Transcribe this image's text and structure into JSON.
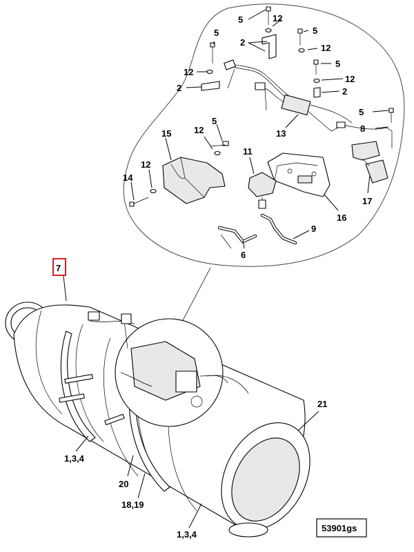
{
  "figure_ref": "53901gs",
  "callouts": [
    "5",
    "12",
    "2",
    "5",
    "12",
    "5",
    "12",
    "5",
    "12",
    "12",
    "2",
    "2",
    "5",
    "8",
    "13",
    "5",
    "15",
    "12",
    "11",
    "14",
    "12",
    "17",
    "16",
    "9",
    "6",
    "7",
    "21",
    "1,3,4",
    "20",
    "18,19",
    "1,3,4"
  ],
  "highlighted_callout": "7",
  "highlight_color": "#e01b24"
}
